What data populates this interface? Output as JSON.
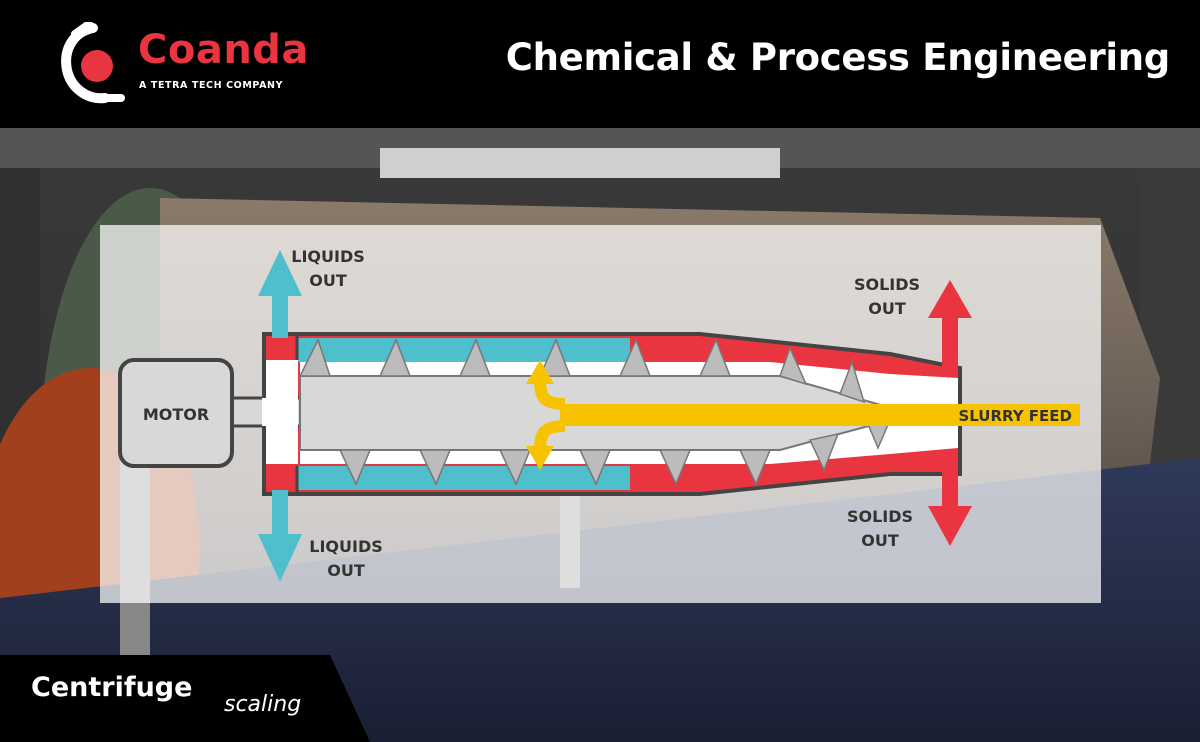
{
  "header": {
    "brand_name": "Coanda",
    "brand_tagline": "A TETRA TECH COMPANY",
    "page_title": "Chemical & Process Engineering"
  },
  "diagram": {
    "motor_label": "MOTOR",
    "liquids_top": [
      "LIQUIDS",
      "OUT"
    ],
    "liquids_bottom": [
      "LIQUIDS",
      "OUT"
    ],
    "solids_top": [
      "SOLIDS",
      "OUT"
    ],
    "solids_bottom": [
      "SOLIDS",
      "OUT"
    ],
    "feed_label": "SLURRY FEED",
    "colors": {
      "liquid": "#4fbfcc",
      "solid": "#e8353f",
      "feed": "#f7c300",
      "screw": "#c8c8c8",
      "outline": "#444444",
      "brand_red": "#e8353f"
    }
  },
  "footer": {
    "title": "Centrifuge",
    "subtitle": "scaling"
  }
}
